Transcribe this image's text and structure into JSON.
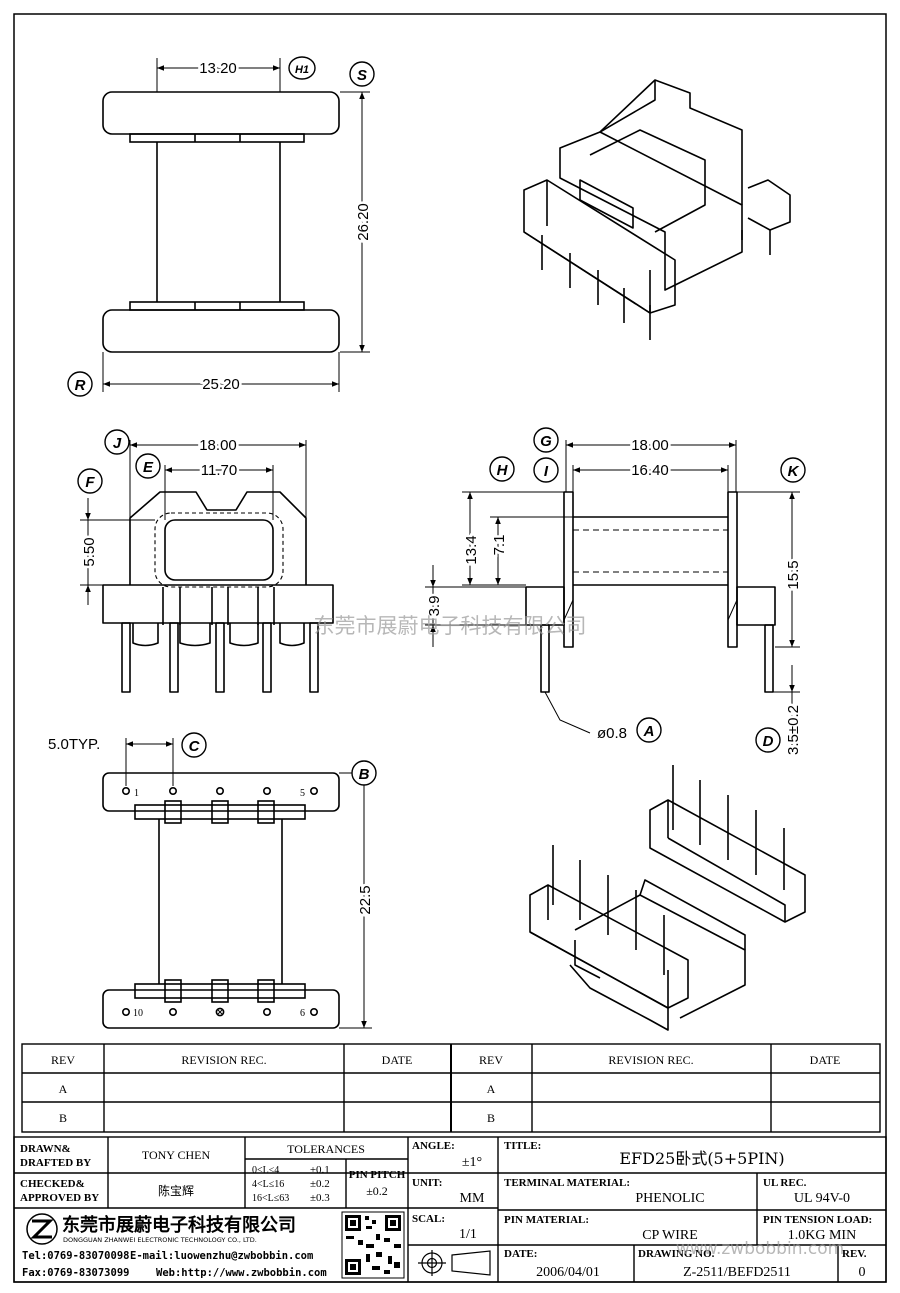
{
  "dimensions": {
    "top_width_13_20": "13.20",
    "top_height": "26.20",
    "top_width_25_20": "25.20",
    "front_width_18": "18.00",
    "front_inner": "11.70",
    "front_5_50": "5.50",
    "side_width_18": "18.00",
    "side_inner": "16.40",
    "side_13_4": "13.4",
    "side_7_1": "7.1",
    "side_3_9": "3.9",
    "side_15_5": "15.5",
    "pin_dia": "ø0.8",
    "pin_len": "3.5±0.2",
    "pitch": "5.0TYP.",
    "bottom_height": "22.5"
  },
  "labels": {
    "S": "S",
    "R": "R",
    "J": "J",
    "E": "E",
    "F": "F",
    "G": "G",
    "H": "H",
    "I": "I",
    "K": "K",
    "A": "A",
    "D": "D",
    "C": "C",
    "B": "B",
    "H1": "H1"
  },
  "pins": {
    "p1": "1",
    "p5": "5",
    "p10": "10",
    "p6": "6"
  },
  "revision_table": {
    "headers": [
      "REV",
      "REVISION REC.",
      "DATE",
      "REV",
      "REVISION REC.",
      "DATE"
    ],
    "rows": [
      [
        "A",
        "",
        "",
        "A",
        "",
        ""
      ],
      [
        "B",
        "",
        "",
        "B",
        "",
        ""
      ]
    ]
  },
  "title_block": {
    "drawn_label": "DRAWN&\nDRAFTED BY",
    "drawn_label_1": "DRAWN&",
    "drawn_label_2": "DRAFTED BY",
    "drawn_value": "TONY CHEN",
    "checked_label_1": "CHECKED&",
    "checked_label_2": "APPROVED BY",
    "checked_value": "陈宝辉",
    "tolerances_label": "TOLERANCES",
    "tol_1": "0<L≤4",
    "tol_1v": "±0.1",
    "tol_2": "4<L≤16",
    "tol_2v": "±0.2",
    "tol_3": "16<L≤63",
    "tol_3v": "±0.3",
    "pin_pitch_label": "PIN PITCH",
    "pin_pitch_value": "±0.2",
    "angle_label": "ANGLE:",
    "angle_value": "±1°",
    "unit_label": "UNIT:",
    "unit_value": "MM",
    "scale_label": "SCAL:",
    "scale_value": "1/1",
    "title_label": "TITLE:",
    "title_value": "EFD25卧式(5+5PIN)",
    "terminal_label": "TERMINAL MATERIAL:",
    "terminal_value": "PHENOLIC",
    "ul_label": "UL REC.",
    "ul_value": "UL 94V-0",
    "pin_material_label": "PIN MATERIAL:",
    "pin_material_value": "CP WIRE",
    "pin_tension_label": "PIN TENSION LOAD:",
    "pin_tension_value": "1.0KG MIN",
    "date_label": "DATE:",
    "date_value": "2006/04/01",
    "drawing_no_label": "DRAWING NO.",
    "drawing_no_value": "Z-2511/BEFD2511",
    "rev_label": "REV.",
    "rev_value": "0"
  },
  "company": {
    "name_cn": "东莞市展蔚电子科技有限公司",
    "name_en": "DONGGUAN ZHANWEI ELECTRONIC TECHNOLOGY CO., LTD.",
    "tel": "Tel:0769-83070098",
    "email": "E-mail:luowenzhu@zwbobbin.com",
    "fax": "Fax:0769-83073099",
    "web": "Web:http://www.zwbobbin.com"
  },
  "watermarks": {
    "center": "东莞市展蔚电子科技有限公司",
    "bottom": "www.zwbobbin.com"
  }
}
